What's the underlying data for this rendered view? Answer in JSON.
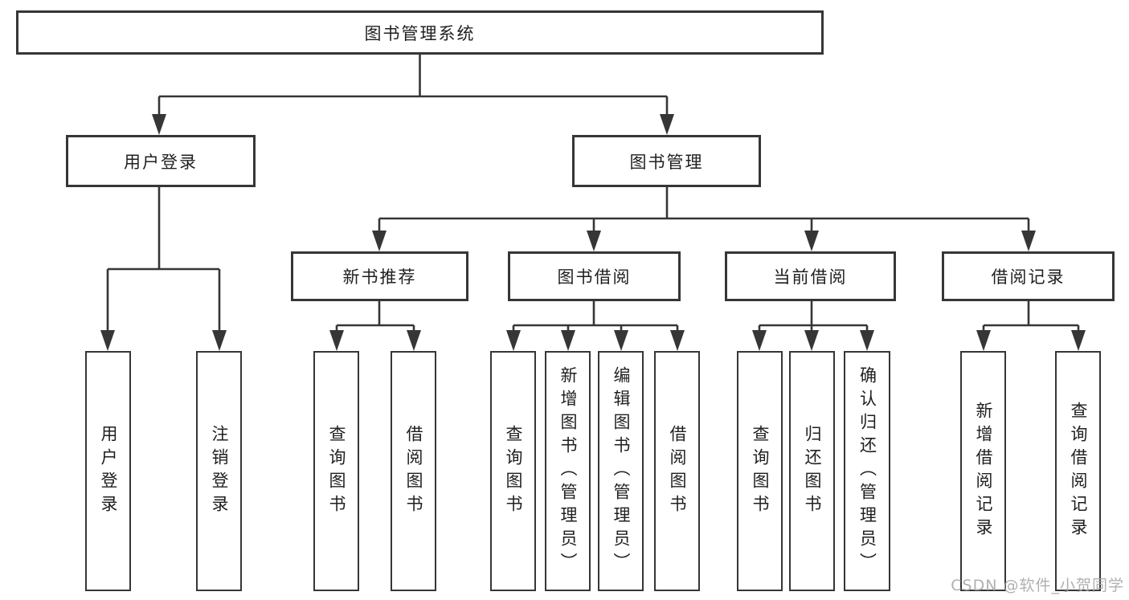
{
  "diagram": {
    "nodes": {
      "root": "图书管理系统",
      "user_login": "用户登录",
      "book_mgmt": "图书管理",
      "new_book": "新书推荐",
      "book_borrow": "图书借阅",
      "current_borrow": "当前借阅",
      "borrow_record": "借阅记录"
    },
    "leaves": {
      "user_login": [
        "用户登录",
        "注销登录"
      ],
      "new_book": [
        "查询图书",
        "借阅图书"
      ],
      "book_borrow": [
        "查询图书",
        "新增图书（管理员）",
        "编辑图书（管理员）",
        "借阅图书"
      ],
      "current_borrow": [
        "查询图书",
        "归还图书",
        "确认归还（管理员）"
      ],
      "borrow_record": [
        "新增借阅记录",
        "查询借阅记录"
      ]
    },
    "colors": {
      "line": "#363636",
      "text": "#1f1f1f",
      "box_background": "#ffffff",
      "watermark": "#a8a8a8"
    }
  },
  "watermark": {
    "text": "CSDN @软件_小贺同学"
  }
}
